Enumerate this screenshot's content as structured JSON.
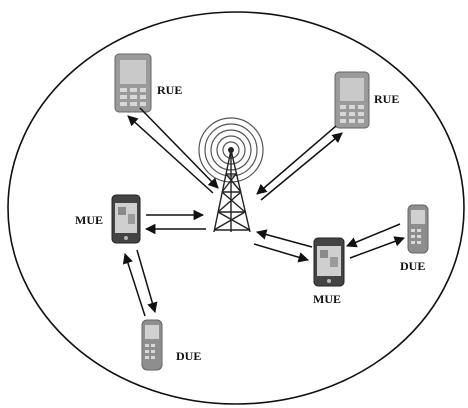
{
  "labels": {
    "rue_left": "RUE",
    "rue_right": "RUE",
    "mue_left": "MUE",
    "mue_right": "MUE",
    "due_bottom": "DUE",
    "due_right": "DUE"
  },
  "icons": {
    "tower": "cell-tower-icon",
    "rue": "feature-phone-icon",
    "mue": "smartphone-icon",
    "due": "small-phone-icon"
  },
  "colors": {
    "stroke": "#111111",
    "phone_body": "#9a9a9a",
    "phone_screen": "#cfcfcf",
    "tower": "#222222",
    "waves": "#555555"
  }
}
